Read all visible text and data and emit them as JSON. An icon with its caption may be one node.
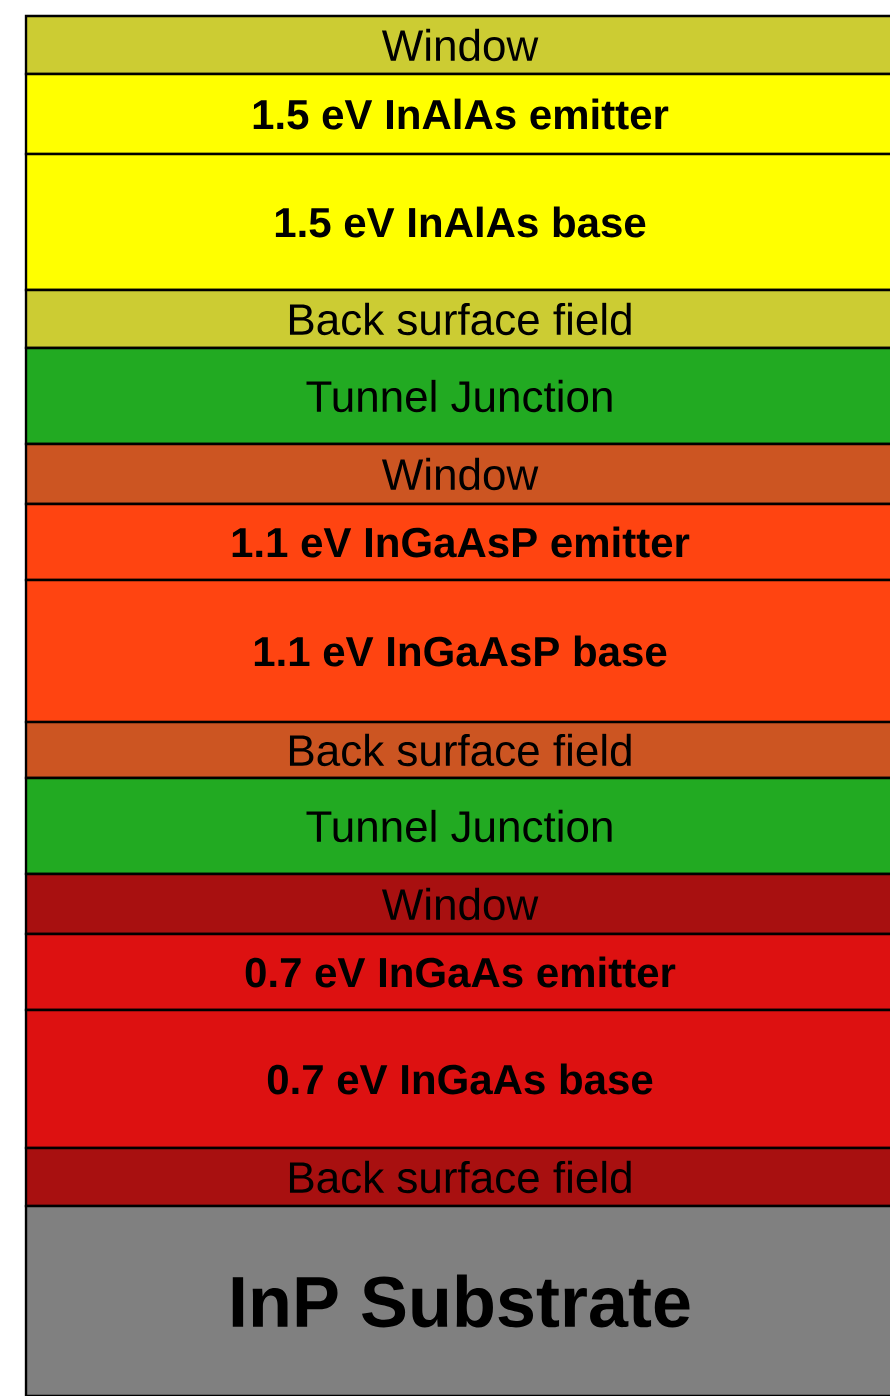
{
  "diagram": {
    "nodes": [
      {
        "text": [
          "Window"
        ]
      },
      {
        "text": [
          "1.5 eV InAlAs emitter"
        ]
      },
      {
        "text": [
          "1.5 eV InAlAs base"
        ]
      },
      {
        "text": [
          "Back surface field"
        ]
      },
      {
        "text": [
          "Tunnel Junction"
        ]
      },
      {
        "text": [
          "Window"
        ]
      },
      {
        "text": [
          "1.1 eV InGaAsP emitter"
        ]
      },
      {
        "text": [
          "1.1 eV InGaAsP base"
        ]
      },
      {
        "text": [
          "Back surface field"
        ]
      },
      {
        "text": [
          "Tunnel Junction"
        ]
      },
      {
        "text": [
          "Window"
        ]
      },
      {
        "text": [
          "0.7 eV InGaAs emitter"
        ]
      },
      {
        "text": [
          "0.7 eV InGaAs base"
        ]
      },
      {
        "text": [
          "Back surface field"
        ]
      },
      {
        "text": [
          "InP Substrate"
        ]
      }
    ]
  }
}
